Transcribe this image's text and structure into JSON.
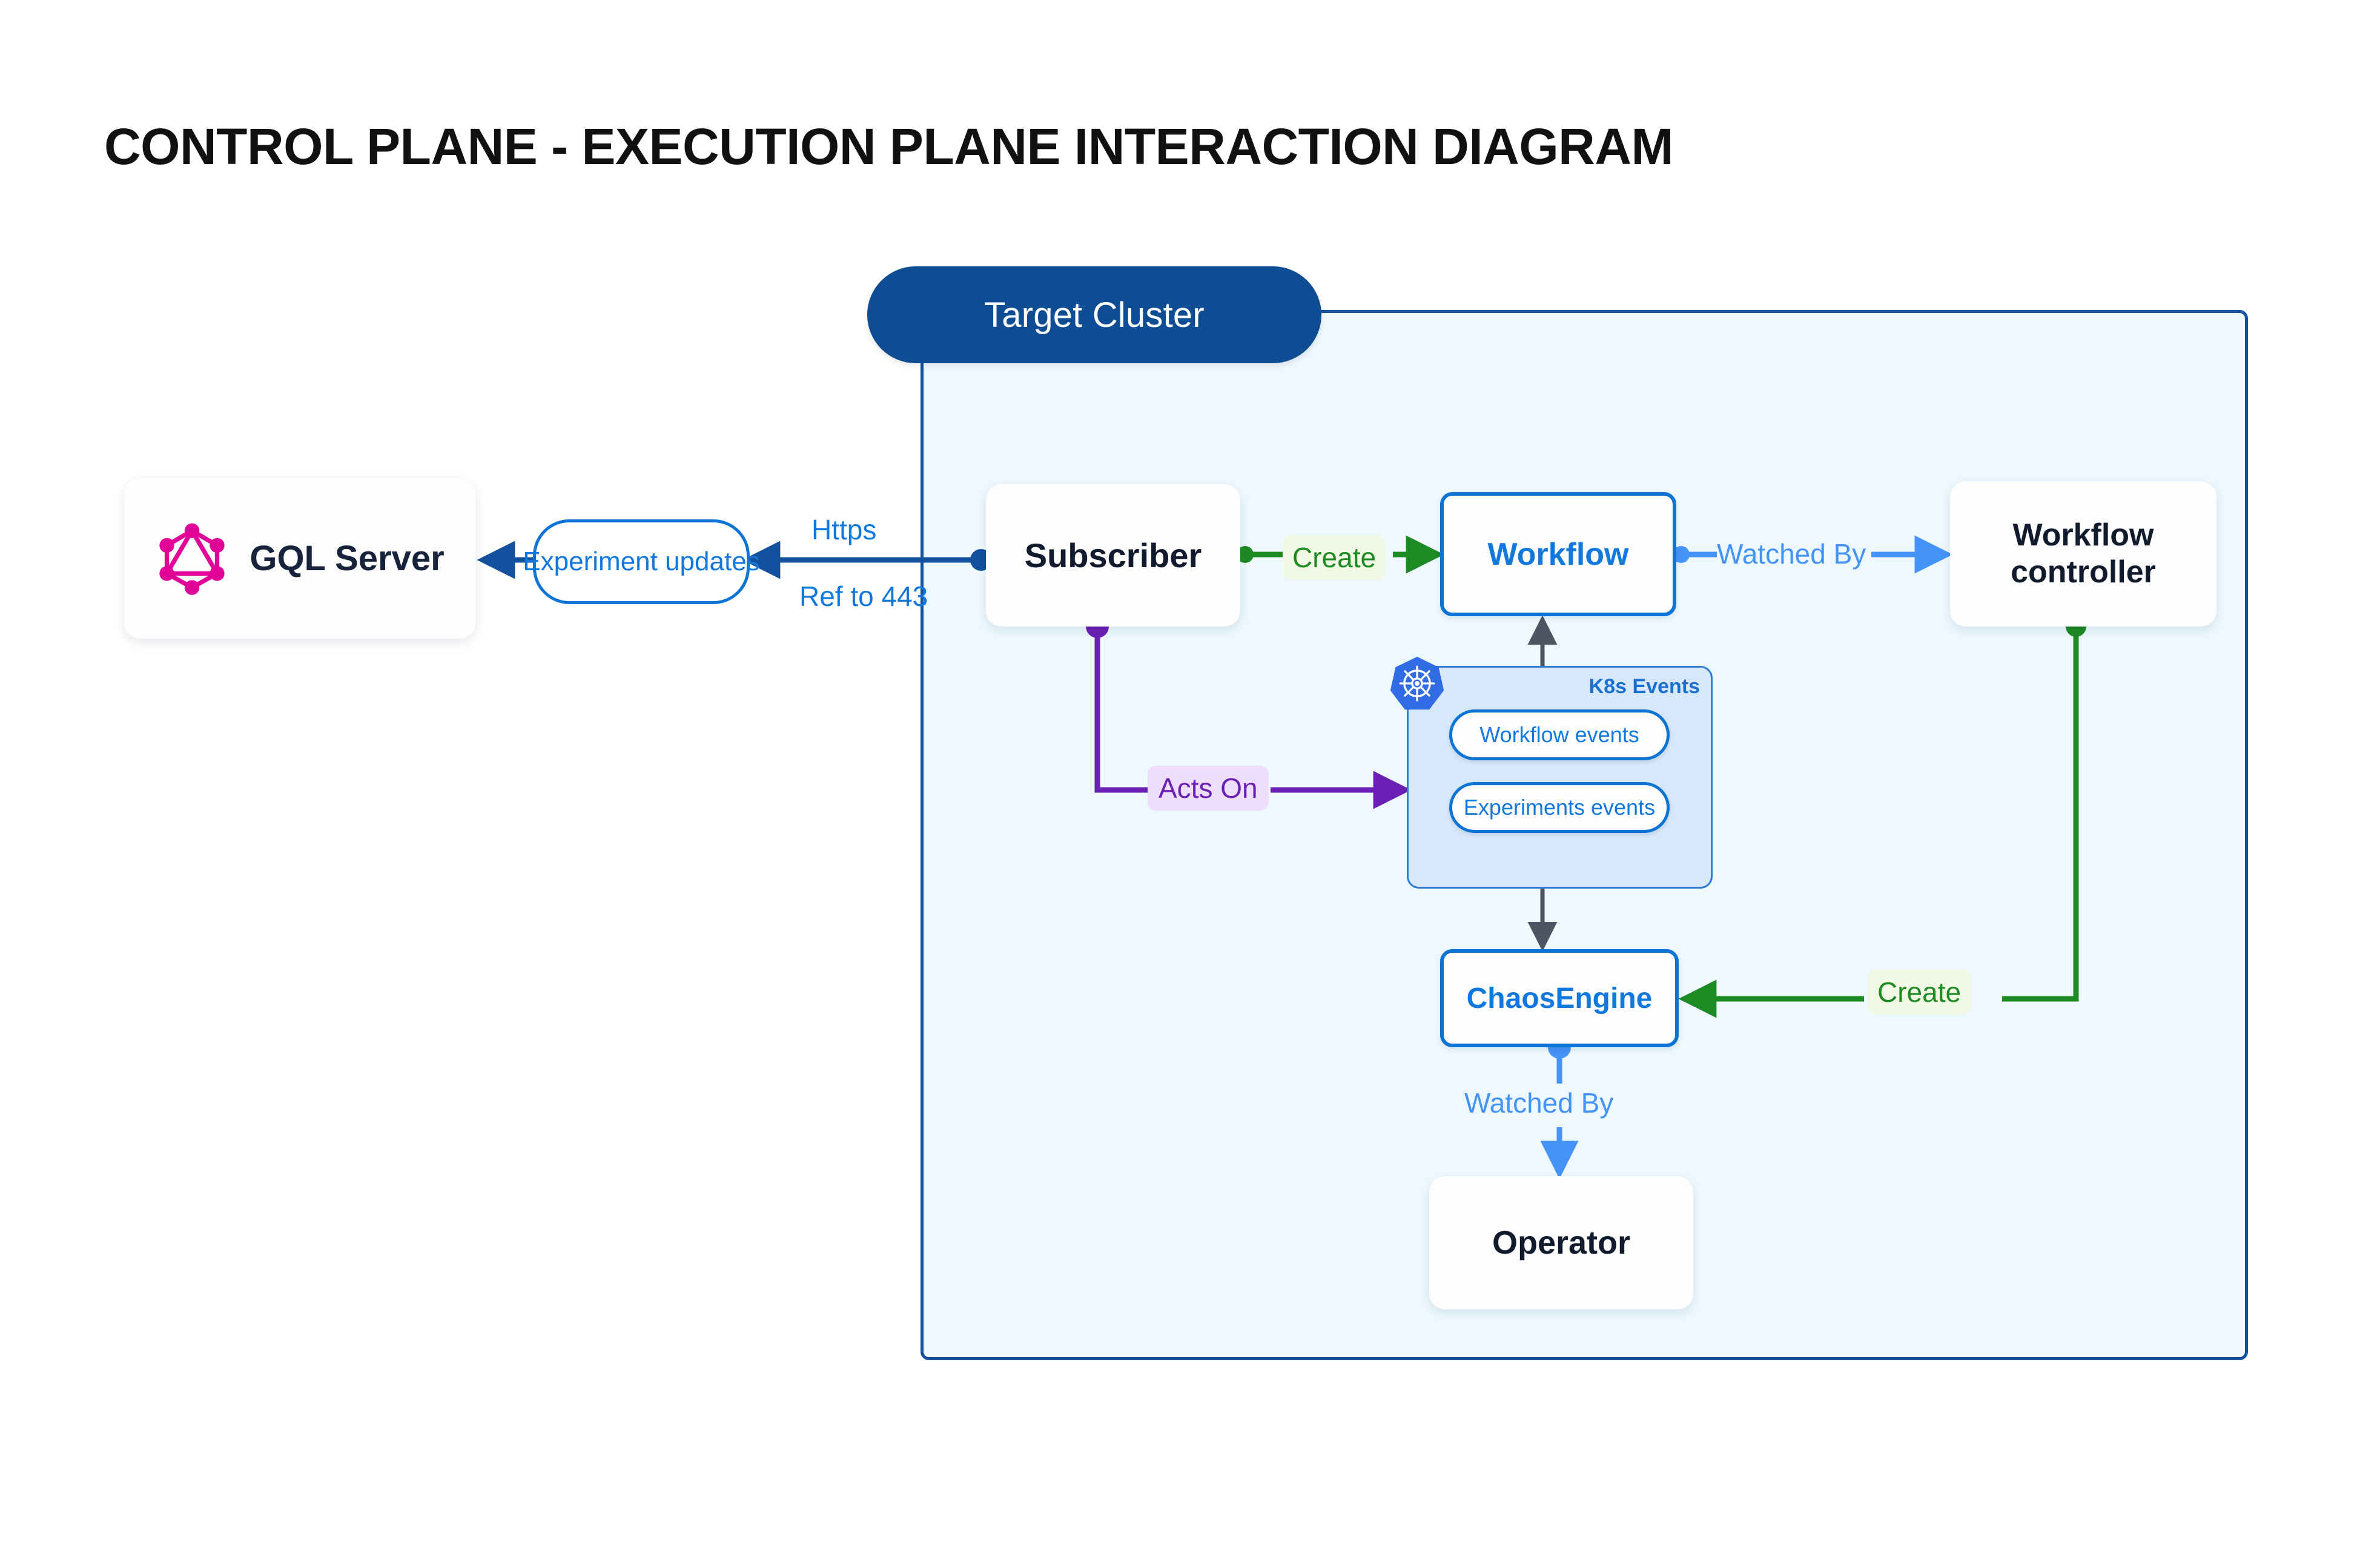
{
  "title": "CONTROL PLANE - EXECUTION PLANE INTERACTION DIAGRAM",
  "cluster": {
    "pill_label": "Target Cluster"
  },
  "nodes": {
    "gql_server": {
      "label": "GQL Server",
      "icon": "graphql-icon"
    },
    "subscriber": {
      "label": "Subscriber"
    },
    "workflow": {
      "label": "Workflow"
    },
    "workflow_controller": {
      "label": "Workflow controller"
    },
    "chaosengine": {
      "label": "ChaosEngine"
    },
    "operator": {
      "label": "Operator"
    }
  },
  "k8s_events": {
    "group_title": "K8s Events",
    "icon": "kubernetes-icon",
    "items": [
      {
        "label": "Workflow events"
      },
      {
        "label": "Experiments events"
      }
    ]
  },
  "edge_labels": {
    "experiment_updates": "Experiment updates",
    "https": "Https",
    "ref_to_443": "Ref to 443",
    "create_workflow": "Create",
    "create_chaosengine": "Create",
    "watched_by_controller": "Watched By",
    "watched_by_operator": "Watched By",
    "acts_on": "Acts On"
  },
  "colors": {
    "cluster_fill": "#EDF9FE",
    "cluster_border": "#13519E",
    "cluster_pill": "#0E4C93",
    "node_blue": "#0B74D4",
    "text_blue": "#1178DE",
    "light_blue": "#4593F8",
    "green": "#1E8A23",
    "purple": "#6A1FB5",
    "graphql_pink": "#E10098",
    "kubernetes_blue": "#326CE5",
    "dark_navy": "#111B2E",
    "gray_edge": "#4B5563"
  },
  "chart_data": {
    "type": "diagram",
    "title": "CONTROL PLANE - EXECUTION PLANE INTERACTION DIAGRAM",
    "nodes": [
      {
        "id": "gql_server",
        "label": "GQL Server",
        "group": "control-plane"
      },
      {
        "id": "subscriber",
        "label": "Subscriber",
        "group": "target-cluster"
      },
      {
        "id": "workflow",
        "label": "Workflow",
        "group": "target-cluster"
      },
      {
        "id": "workflow_controller",
        "label": "Workflow controller",
        "group": "target-cluster"
      },
      {
        "id": "k8s_events",
        "label": "K8s Events",
        "group": "target-cluster"
      },
      {
        "id": "workflow_events",
        "label": "Workflow events",
        "group": "k8s-events"
      },
      {
        "id": "experiments_events",
        "label": "Experiments events",
        "group": "k8s-events"
      },
      {
        "id": "chaosengine",
        "label": "ChaosEngine",
        "group": "target-cluster"
      },
      {
        "id": "operator",
        "label": "Operator",
        "group": "target-cluster"
      }
    ],
    "edges": [
      {
        "from": "subscriber",
        "to": "gql_server",
        "label": "Experiment updates",
        "note": "Https / Ref to 443",
        "color": "#13519E"
      },
      {
        "from": "subscriber",
        "to": "workflow",
        "label": "Create",
        "color": "#1E8A23"
      },
      {
        "from": "workflow",
        "to": "workflow_controller",
        "label": "Watched By",
        "color": "#4593F8"
      },
      {
        "from": "subscriber",
        "to": "k8s_events",
        "label": "Acts On",
        "color": "#6A1FB5"
      },
      {
        "from": "workflow_events",
        "to": "workflow",
        "label": "",
        "color": "#4B5563"
      },
      {
        "from": "experiments_events",
        "to": "chaosengine",
        "label": "",
        "color": "#4B5563"
      },
      {
        "from": "workflow_controller",
        "to": "chaosengine",
        "label": "Create",
        "color": "#1E8A23"
      },
      {
        "from": "chaosengine",
        "to": "operator",
        "label": "Watched By",
        "color": "#4593F8"
      }
    ]
  }
}
